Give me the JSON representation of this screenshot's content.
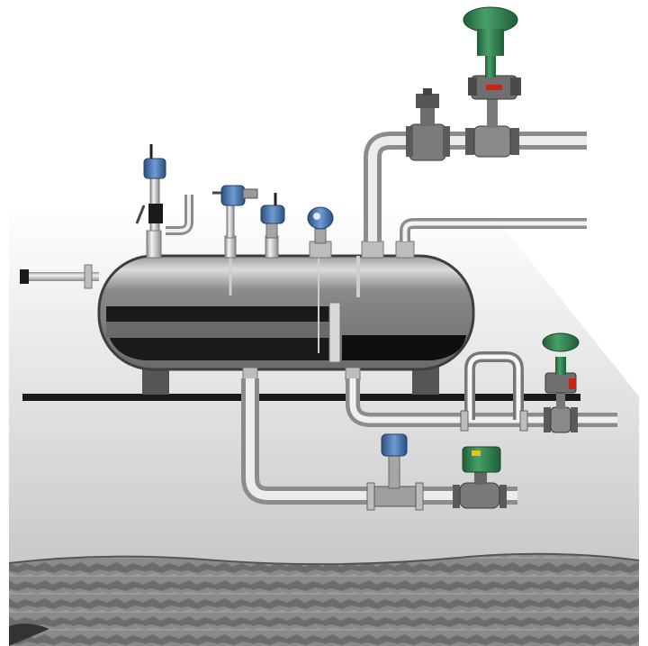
{
  "scene": {
    "kind": "two-phase separator installation",
    "colors": {
      "steel_light": "#d9d9d9",
      "steel_dark": "#6f6f6f",
      "vessel_dark": "#4a4a4a",
      "liquid": "#141414",
      "valve_green": "#2e7d4a",
      "transmitter_blue": "#3f6aa3",
      "ground": "#7a7a7a"
    }
  },
  "equipment": [
    {
      "id": "separator-vessel",
      "icon": "horizontal-vessel"
    },
    {
      "id": "gas-control-valve",
      "icon": "control-valve-actuator"
    },
    {
      "id": "liquid-control-valve",
      "icon": "control-valve-actuator"
    },
    {
      "id": "pressure-relief-valve",
      "icon": "relief-valve"
    },
    {
      "id": "coriolis-flowmeter",
      "icon": "coriolis-meter"
    },
    {
      "id": "vortex-flowmeter",
      "icon": "vortex-meter"
    },
    {
      "id": "ball-valve-actuator",
      "icon": "ball-valve"
    },
    {
      "id": "wireless-level-switch",
      "icon": "wireless-transmitter"
    },
    {
      "id": "temperature-transmitter",
      "icon": "temperature-transmitter"
    },
    {
      "id": "pressure-transmitter",
      "icon": "pressure-transmitter"
    },
    {
      "id": "guided-wave-radar",
      "icon": "level-transmitter"
    }
  ]
}
